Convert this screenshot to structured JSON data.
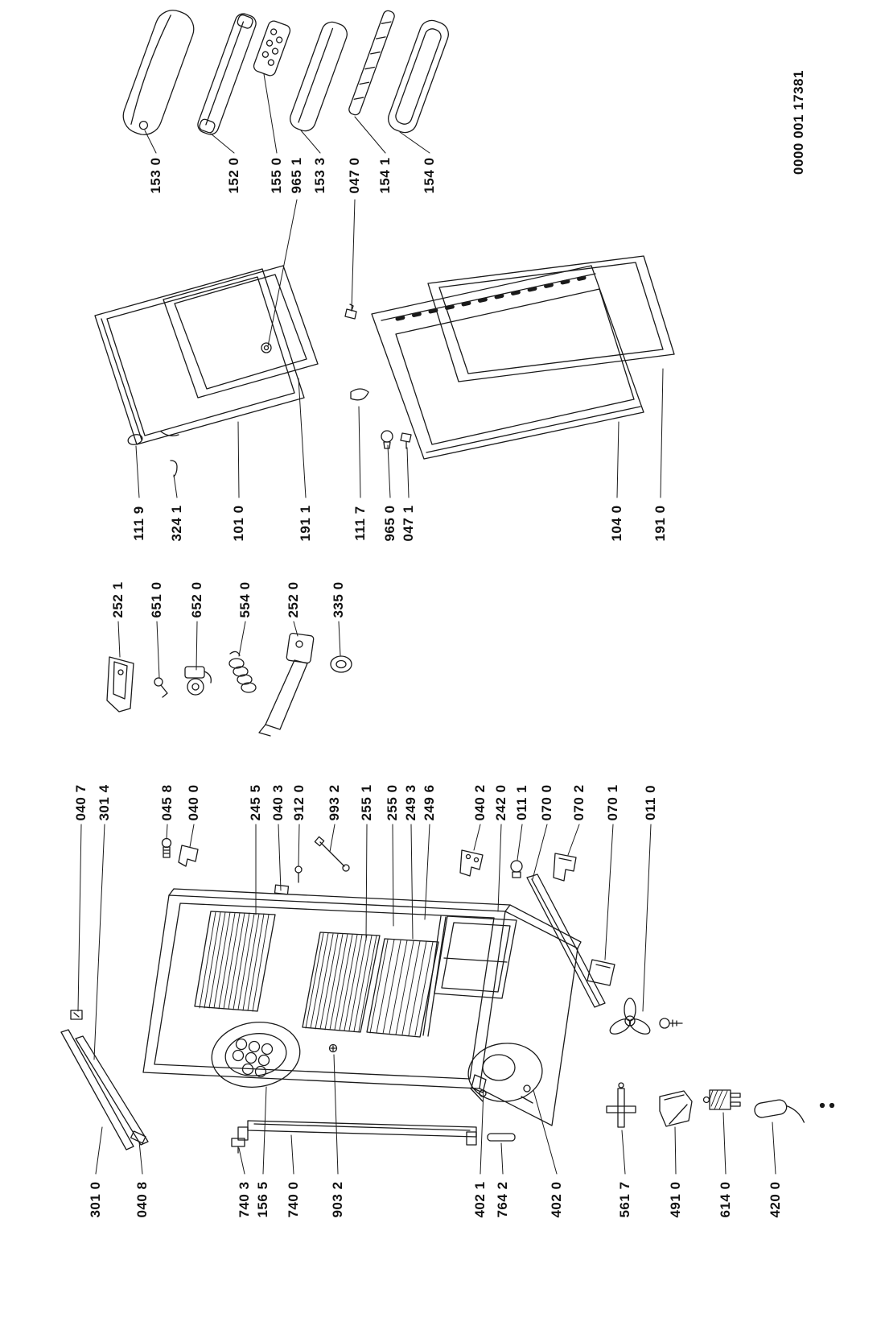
{
  "page": {
    "background": "#ffffff",
    "ink": "#1a1a1a"
  },
  "doc_number": "0000 001 17381",
  "labels": {
    "door_trims": [
      "153 0",
      "152 0",
      "155 0",
      "965 1",
      "153 3",
      "047 0",
      "154 1",
      "154 0"
    ],
    "doors": [
      "111 9",
      "324 1",
      "101 0",
      "191 1",
      "111 7",
      "965 0",
      "047 1",
      "104 0",
      "191 0"
    ],
    "hinge_parts": [
      "252 1",
      "651 0",
      "652 0",
      "554 0",
      "252 0",
      "335 0"
    ],
    "cabinet_top": [
      "040 7",
      "301 4",
      "045 8",
      "040 0",
      "245 5",
      "040 3",
      "912 0",
      "993 2",
      "255 1",
      "255 0",
      "249 3",
      "249 6",
      "040 2",
      "242 0",
      "011 1",
      "070 0",
      "070 2",
      "070 1",
      "011 0"
    ],
    "cabinet_bottom": [
      "301 0",
      "040 8",
      "740 3",
      "156 5",
      "740 0",
      "903 2",
      "402 1",
      "764 2",
      "402 0",
      "561 7",
      "491 0",
      "614 0",
      "420 0"
    ]
  }
}
